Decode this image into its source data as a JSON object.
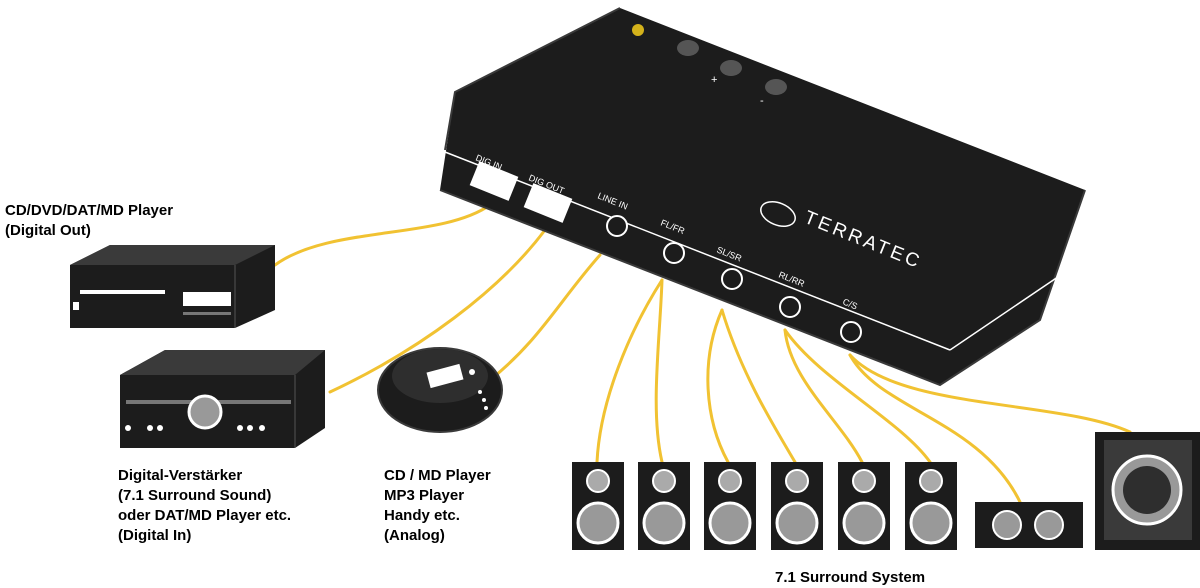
{
  "device": {
    "brand": "TERRATEC",
    "ports": {
      "dig_in": "DIG IN",
      "dig_out": "DIG OUT",
      "line_in": "LINE IN",
      "fl_fr": "FL/FR",
      "sl_sr": "SL/SR",
      "rl_rr": "RL/RR",
      "cs": "C/S"
    },
    "buttons": {
      "plus": "+",
      "minus": "-"
    }
  },
  "captions": {
    "cd_player": "CD/DVD/DAT/MD Player\n(Digital Out)",
    "amplifier": "Digital-Verstärker\n(7.1 Surround Sound)\noder DAT/MD Player etc.\n(Digital In)",
    "portable_player": "CD / MD Player\nMP3 Player\nHandy etc.\n(Analog)",
    "surround_system": "7.1 Surround System"
  },
  "colors": {
    "cable": "#f1c232",
    "device_body": "#1c1c1c",
    "outline": "#ffffff"
  }
}
